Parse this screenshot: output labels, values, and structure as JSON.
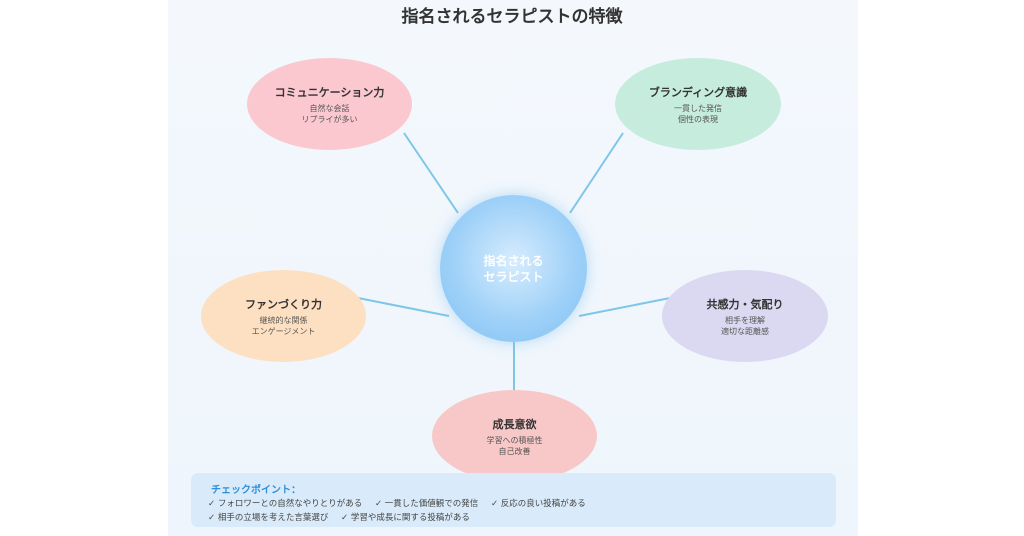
{
  "title": "指名されるセラピストの特徴",
  "center": {
    "line1": "指名される",
    "line2": "セラピスト"
  },
  "nodes": {
    "communication": {
      "name": "コミュニケーション力",
      "sub1": "自然な会話",
      "sub2": "リプライが多い",
      "color": "#fbc8cf"
    },
    "branding": {
      "name": "ブランディング意識",
      "sub1": "一貫した発信",
      "sub2": "個性の表現",
      "color": "#c6ecdd"
    },
    "fan": {
      "name": "ファンづくり力",
      "sub1": "継続的な関係",
      "sub2": "エンゲージメント",
      "color": "#fde0c2"
    },
    "empathy": {
      "name": "共感力・気配り",
      "sub1": "相手を理解",
      "sub2": "適切な距離感",
      "color": "#dad9f1"
    },
    "growth": {
      "name": "成長意欲",
      "sub1": "学習への積極性",
      "sub2": "自己改善",
      "color": "#f8c8c8"
    }
  },
  "checkpoints": {
    "heading": "チェックポイント：",
    "items": [
      "✓ フォロワーとの自然なやりとりがある",
      "✓ 一貫した価値観での発信",
      "✓ 反応の良い投稿がある",
      "✓ 相手の立場を考えた言葉選び",
      "✓ 学習や成長に関する投稿がある"
    ]
  },
  "colors": {
    "connector": "#7ec6e8",
    "accent": "#2f8fd8"
  }
}
